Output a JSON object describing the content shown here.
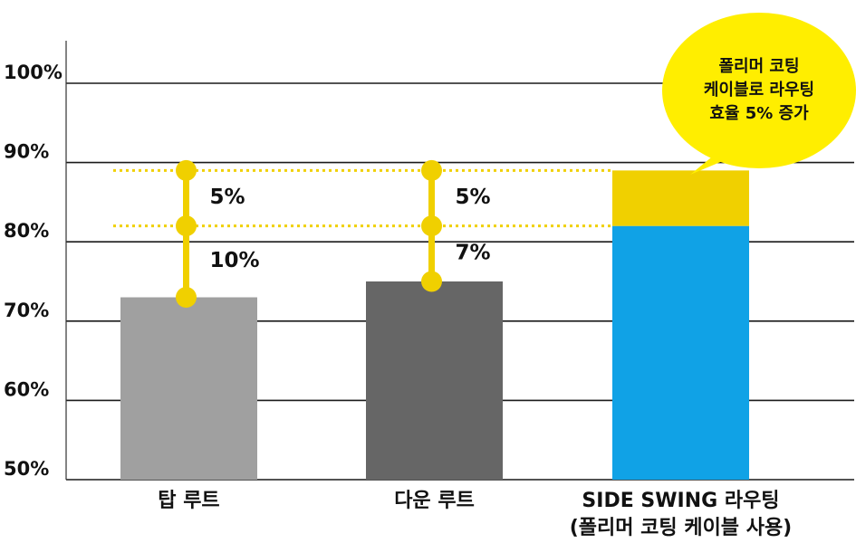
{
  "chart_data": {
    "type": "bar",
    "categories": [
      "탑 루트",
      "다운 루트",
      "SIDE SWING 라우팅\n(폴리머 코팅 케이블 사용)"
    ],
    "values": [
      73,
      75,
      82
    ],
    "stacked_top": {
      "category_index": 2,
      "from": 82,
      "to": 89
    },
    "ylim": [
      50,
      100
    ],
    "yticks": [
      50,
      60,
      70,
      80,
      90,
      100
    ],
    "ytick_labels": [
      "50%",
      "60%",
      "70%",
      "80%",
      "90%",
      "100%"
    ],
    "grid": true,
    "reference_lines": [
      82,
      89
    ],
    "markers": [
      {
        "category_index": 0,
        "points": [
          73,
          82,
          89
        ],
        "labels": [
          "10%",
          "5%"
        ]
      },
      {
        "category_index": 1,
        "points": [
          75,
          82,
          89
        ],
        "labels": [
          "7%",
          "5%"
        ]
      }
    ],
    "callout": [
      "폴리머 코팅",
      "케이블로 라우팅",
      "효율 5% 증가"
    ]
  },
  "colors": {
    "bar_top_route": "#a0a0a0",
    "bar_down_route": "#666666",
    "bar_side_swing": "#10a2e6",
    "increment": "#f0d000",
    "marker": "#f0d000",
    "bubble": "#ffee00"
  }
}
